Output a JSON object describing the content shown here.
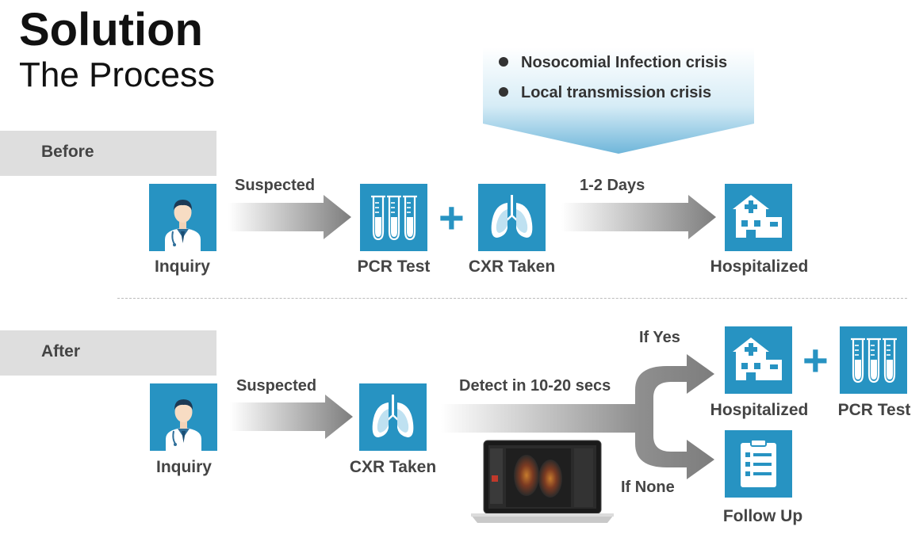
{
  "title": "Solution",
  "subtitle": "The Process",
  "callout": {
    "items": [
      "Nosocomial Infection crisis",
      "Local transmission crisis"
    ]
  },
  "before": {
    "label": "Before",
    "inquiry_label": "Inquiry",
    "arrow1_label": "Suspected",
    "pcr_label": "PCR Test",
    "plus": "+",
    "cxr_label": "CXR Taken",
    "arrow2_label": "1-2 Days",
    "hospital_label": "Hospitalized"
  },
  "after": {
    "label": "After",
    "inquiry_label": "Inquiry",
    "arrow1_label": "Suspected",
    "cxr_label": "CXR Taken",
    "detect_label": "Detect in 10-20 secs",
    "yes_label": "If Yes",
    "none_label": "If None",
    "hospital_label": "Hospitalized",
    "plus": "+",
    "pcr_label": "PCR Test",
    "followup_label": "Follow Up"
  },
  "colors": {
    "accent": "#2793c2",
    "band": "#dedede",
    "arrow": "#8a8a8a"
  }
}
